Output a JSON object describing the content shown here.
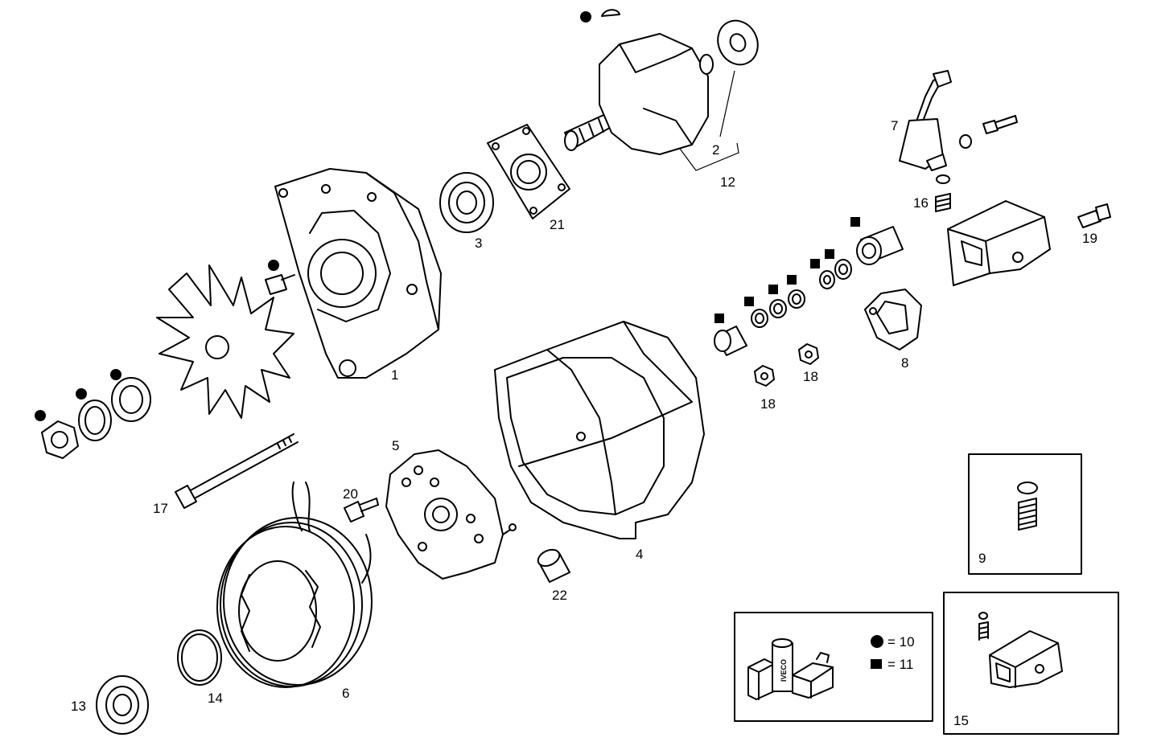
{
  "labels": {
    "p1": "1",
    "p2": "2",
    "p3": "3",
    "p4": "4",
    "p5": "5",
    "p6": "6",
    "p7": "7",
    "p8": "8",
    "p9": "9",
    "p12": "12",
    "p13": "13",
    "p14": "14",
    "p15": "15",
    "p16": "16",
    "p17": "17",
    "p18a": "18",
    "p18b": "18",
    "p19": "19",
    "p20": "20",
    "p21": "21",
    "p22": "22"
  },
  "legend": {
    "circle_text": "= 10",
    "square_text": "= 11",
    "brand": "IVECO"
  }
}
